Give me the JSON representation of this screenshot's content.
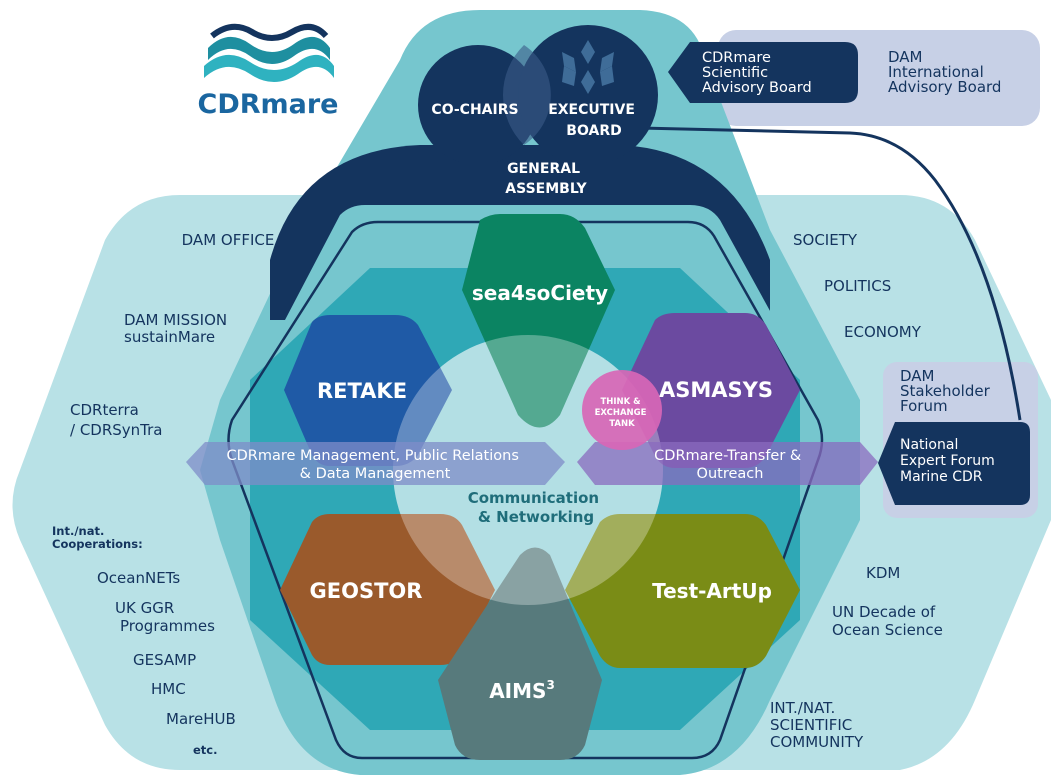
{
  "logo": {
    "name": "CDRmare"
  },
  "governance": {
    "co_chairs": "CO-CHAIRS",
    "executive_board": [
      "EXECUTIVE",
      "BOARD"
    ],
    "general_assembly": [
      "GENERAL",
      "ASSEMBLY"
    ]
  },
  "advisory": {
    "cdrmare_board": [
      "CDRmare",
      "Scientific",
      "Advisory Board"
    ],
    "dam_board": [
      "DAM",
      "International",
      "Advisory Board"
    ]
  },
  "projects": {
    "sea4society": "sea4soCiety",
    "retake": "RETAKE",
    "asmasys": "ASMASYS",
    "geostor": "GEOSTOR",
    "test_artup": "Test-ArtUp",
    "aims": "AIMS",
    "aims_sup": "3"
  },
  "center": {
    "think_tank": [
      "THINK &",
      "EXCHANGE",
      "TANK"
    ],
    "communication": [
      "Communication",
      "& Networking"
    ],
    "management": [
      "CDRmare Management, Public Relations",
      "& Data Management"
    ],
    "transfer": [
      "CDRmare-Transfer &",
      "Outreach"
    ]
  },
  "left_partners": {
    "dam_office": "DAM OFFICE",
    "dam_mission": [
      "DAM MISSION",
      "sustainMare"
    ],
    "cdrterra": [
      "CDRterra",
      "/ CDRSynTra"
    ],
    "cooperations_title": [
      "Int./nat.",
      "Cooperations:"
    ],
    "oceannets": "OceanNETs",
    "uk_ggr": [
      "UK GGR",
      "Programmes"
    ],
    "gesamp": "GESAMP",
    "hmc": "HMC",
    "marehub": "MareHUB",
    "etc": "etc."
  },
  "right_partners": {
    "society": "SOCIETY",
    "politics": "POLITICS",
    "economy": "ECONOMY",
    "stakeholder_forum": [
      "DAM",
      "Stakeholder",
      "Forum"
    ],
    "expert_forum": [
      "National",
      "Expert Forum",
      "Marine CDR"
    ],
    "kdm": "KDM",
    "un_decade": [
      "UN Decade of",
      "Ocean Science"
    ],
    "scientific_community": [
      "INT./NAT.",
      "SCIENTIFIC",
      "COMMUNITY"
    ]
  },
  "colors": {
    "navy": "#14345e",
    "light_teal": "#b8e1e6",
    "mid_teal": "#76c6ce",
    "teal": "#2fa8b6",
    "sea4society": "#0b8462",
    "retake": "#1f5aa6",
    "asmasys": "#6b4aa0",
    "geostor": "#9a5a2c",
    "test_artup": "#7a8c16",
    "aims": "#577a7c",
    "think_tank": "#d866b6",
    "advisory_bg": "#c7d0e6"
  }
}
